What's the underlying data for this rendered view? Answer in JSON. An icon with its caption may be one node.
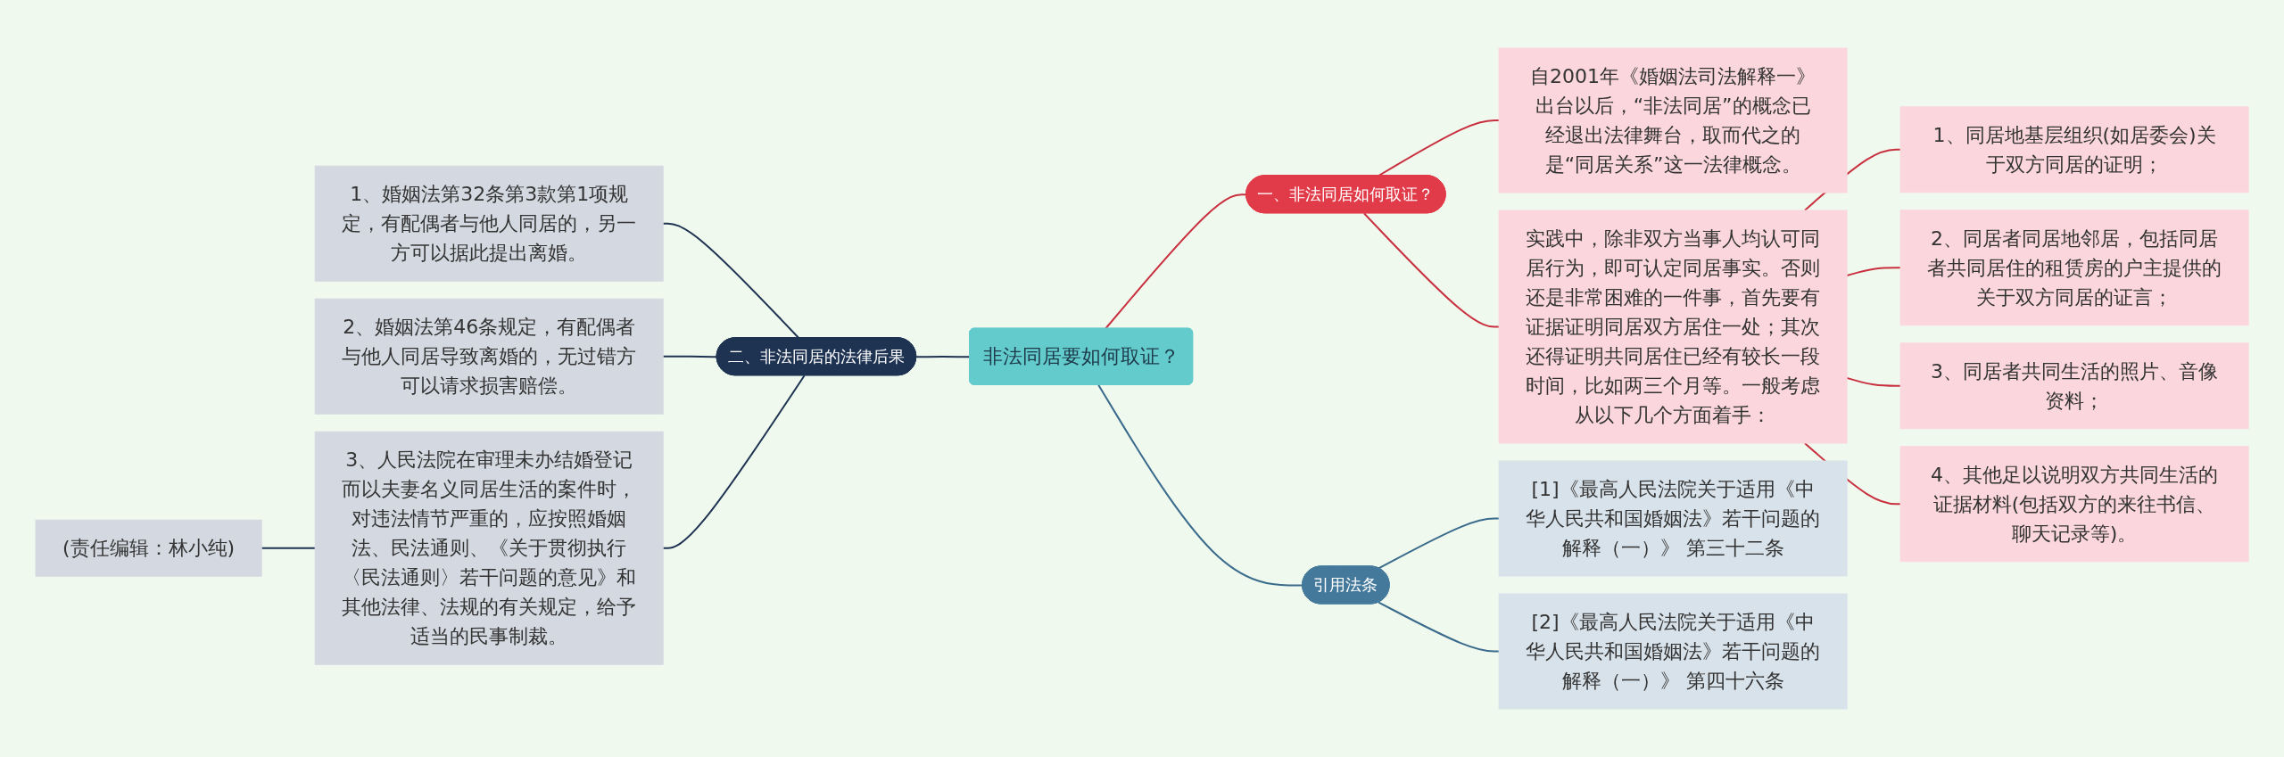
{
  "diagram": {
    "nodes": [
      {
        "text": [
          "非法同居要如何取证？"
        ]
      },
      {
        "text": [
          "一、非法同居如何取证？"
        ]
      },
      {
        "text": [
          "自2001年《婚姻法司法解释一》出台以后，“非法同居”的概念已经退出法律舞台，取而代之的是“同居关系”这一法律概念。"
        ]
      },
      {
        "text": [
          "实践中，除非双方当事人均认可同居行为，即可认定同居事实。否则还是非常困难的一件事，首先要有证据证明同居双方居住一处；其次还得证明共同居住已经有较长一段时间，比如两三个月等。一般考虑从以下几个方面着手："
        ]
      },
      {
        "text": [
          "1、同居地基层组织(如居委会)关于双方同居的证明；"
        ]
      },
      {
        "text": [
          "2、同居者同居地邻居，包括同居者共同居住的租赁房的户主提供的关于双方同居的证言；"
        ]
      },
      {
        "text": [
          "3、同居者共同生活的照片、音像资料；"
        ]
      },
      {
        "text": [
          "4、其他足以说明双方共同生活的证据材料(包括双方的来往书信、聊天记录等)。"
        ]
      },
      {
        "text": [
          "二、非法同居的法律后果"
        ]
      },
      {
        "text": [
          "1、婚姻法第32条第3款第1项规定，有配偶者与他人同居的，另一方可以据此提出离婚。"
        ]
      },
      {
        "text": [
          "2、婚姻法第46条规定，有配偶者与他人同居导致离婚的，无过错方可以请求损害赔偿。"
        ]
      },
      {
        "text": [
          "3、人民法院在审理未办结婚登记而以夫妻名义同居生活的案件时，对违法情节严重的，应按照婚姻法、民法通则、《关于贯彻执行〈民法通则〉若干问题的意见》和其他法律、法规的有关规定，给予适当的民事制裁。"
        ]
      },
      {
        "text": [
          "(责任编辑：林小纯)"
        ]
      },
      {
        "text": [
          "引用法条"
        ]
      },
      {
        "text": [
          "[1]《最高人民法院关于适用《中华人民共和国婚姻法》若干问题的解释（一）》 第三十二条"
        ]
      },
      {
        "text": [
          "[2]《最高人民法院关于适用《中华人民共和国婚姻法》若干问题的解释（一）》 第四十六条"
        ]
      }
    ],
    "edges": [
      {
        "from": 0,
        "to": 1,
        "arrow": "none"
      },
      {
        "from": 1,
        "to": 2,
        "arrow": "none"
      },
      {
        "from": 1,
        "to": 3,
        "arrow": "none"
      },
      {
        "from": 3,
        "to": 4,
        "arrow": "none"
      },
      {
        "from": 3,
        "to": 5,
        "arrow": "none"
      },
      {
        "from": 3,
        "to": 6,
        "arrow": "none"
      },
      {
        "from": 3,
        "to": 7,
        "arrow": "none"
      },
      {
        "from": 8,
        "to": 0,
        "arrow": "none",
        "color": "#1e3352"
      },
      {
        "from": 9,
        "to": 8,
        "arrow": "none",
        "color": "#1e3352"
      },
      {
        "from": 10,
        "to": 8,
        "arrow": "none",
        "color": "#1e3352"
      },
      {
        "from": 11,
        "to": 8,
        "arrow": "none",
        "color": "#1e3352"
      },
      {
        "from": 12,
        "to": 11,
        "arrow": "none",
        "color": "#1e3352"
      },
      {
        "from": 0,
        "to": 13,
        "arrow": "none",
        "color": "#3a6b8c"
      },
      {
        "from": 13,
        "to": 14,
        "arrow": "none",
        "color": "#3a6b8c"
      },
      {
        "from": 13,
        "to": 15,
        "arrow": "none",
        "color": "#3a6b8c"
      }
    ]
  }
}
